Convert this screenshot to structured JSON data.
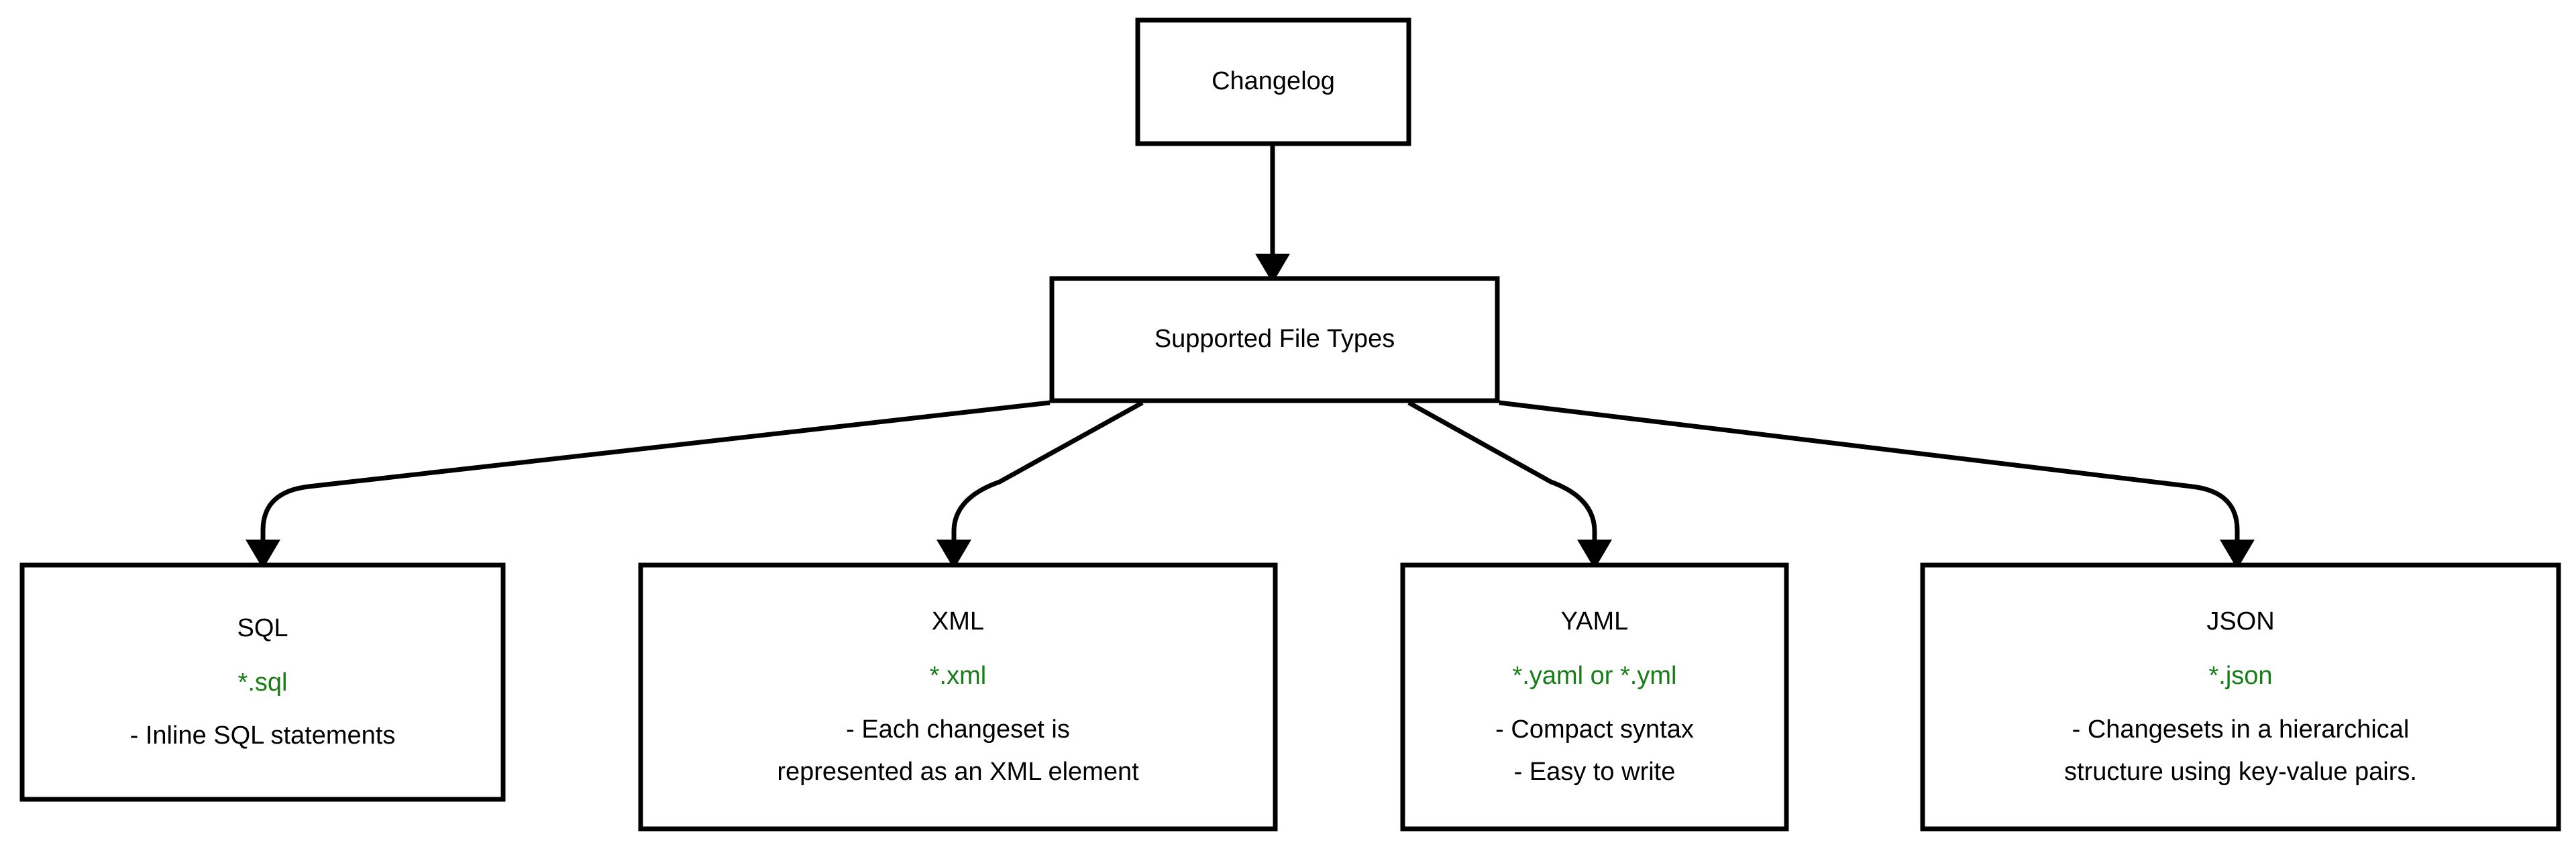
{
  "diagram": {
    "title": "Changelog Supported File Types",
    "type": "flowchart",
    "direction": "top-down",
    "colors": {
      "node_fill": "#ffffff",
      "node_stroke": "#000000",
      "text": "#000000",
      "extension_text": "#177e17",
      "background": "#ffffff"
    },
    "nodes": [
      {
        "id": "changelog",
        "title": "Changelog",
        "extension": "",
        "details": []
      },
      {
        "id": "supported",
        "title": "Supported File Types",
        "extension": "",
        "details": []
      },
      {
        "id": "sql",
        "title": "SQL",
        "extension": "*.sql",
        "details": [
          "- Inline SQL statements"
        ]
      },
      {
        "id": "xml",
        "title": "XML",
        "extension": "*.xml",
        "details": [
          "- Each changeset is",
          "represented as an XML element"
        ]
      },
      {
        "id": "yaml",
        "title": "YAML",
        "extension": "*.yaml or *.yml",
        "details": [
          "- Compact syntax",
          "- Easy to write"
        ]
      },
      {
        "id": "json",
        "title": "JSON",
        "extension": "*.json",
        "details": [
          "- Changesets in a hierarchical",
          "structure using key-value pairs."
        ]
      }
    ],
    "edges": [
      {
        "from": "changelog",
        "to": "supported"
      },
      {
        "from": "supported",
        "to": "sql"
      },
      {
        "from": "supported",
        "to": "xml"
      },
      {
        "from": "supported",
        "to": "yaml"
      },
      {
        "from": "supported",
        "to": "json"
      }
    ]
  }
}
